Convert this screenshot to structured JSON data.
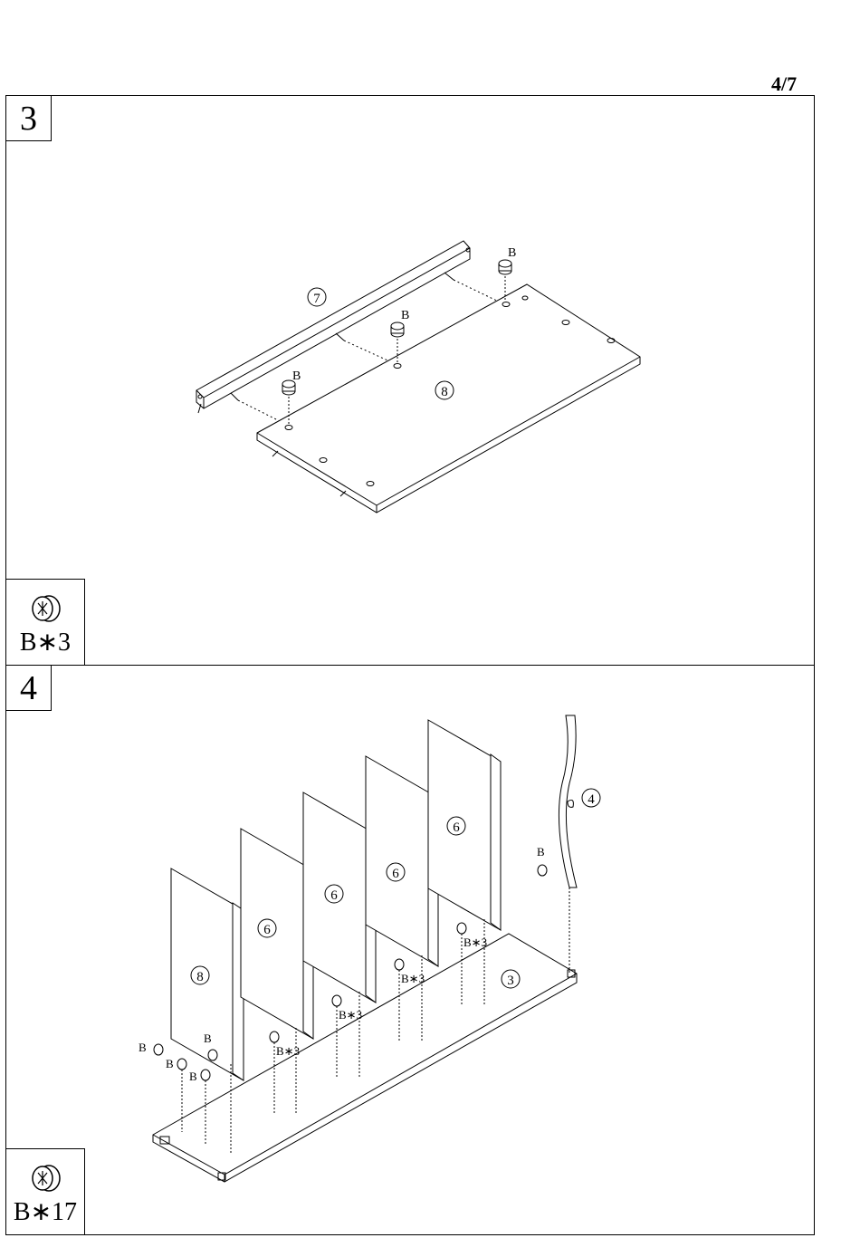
{
  "page": {
    "number": "4/7"
  },
  "step3": {
    "step_number": "3",
    "parts_callout": "B∗3",
    "part_labels": {
      "rail": "7",
      "panel": "8"
    },
    "fastener_label": "B",
    "icon": "cam-lock-icon"
  },
  "step4": {
    "step_number": "4",
    "parts_callout": "B∗17",
    "part_labels": {
      "back": "8",
      "divider": "6",
      "base": "3",
      "side": "4"
    },
    "fastener_label": "B",
    "group_callout": "B∗3",
    "icon": "cam-lock-icon"
  }
}
